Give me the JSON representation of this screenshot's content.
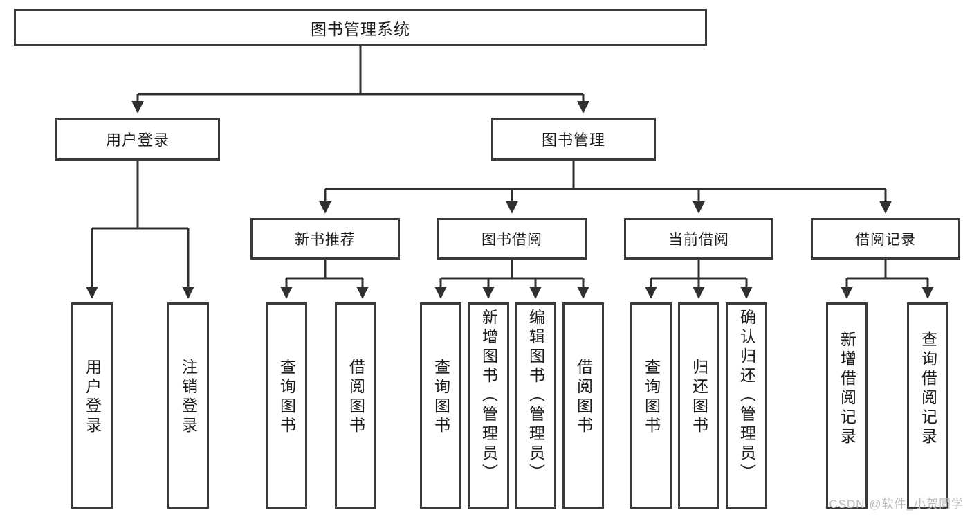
{
  "diagram": {
    "title": "图书管理系统",
    "stroke_color": "#3a3a3a",
    "text_color": "#1d1d1d",
    "background_color": "#ffffff"
  },
  "root": {
    "label": "图书管理系统"
  },
  "level2": [
    {
      "label": "用户登录"
    },
    {
      "label": "图书管理"
    }
  ],
  "level3": [
    {
      "label": "新书推荐"
    },
    {
      "label": "图书借阅"
    },
    {
      "label": "当前借阅"
    },
    {
      "label": "借阅记录"
    }
  ],
  "leaves": {
    "user_login": [
      {
        "label": "用户登录"
      },
      {
        "label": "注销登录"
      }
    ],
    "new_book_recommend": [
      {
        "label": "查询图书"
      },
      {
        "label": "借阅图书"
      }
    ],
    "book_borrow": [
      {
        "label": "查询图书"
      },
      {
        "label": "新增图书（管理员）"
      },
      {
        "label": "编辑图书（管理员）"
      },
      {
        "label": "借阅图书"
      }
    ],
    "current_borrow": [
      {
        "label": "查询图书"
      },
      {
        "label": "归还图书"
      },
      {
        "label": "确认归还（管理员）"
      }
    ],
    "borrow_record": [
      {
        "label": "新增借阅记录"
      },
      {
        "label": "查询借阅记录"
      }
    ]
  },
  "watermark": {
    "text": "CSDN @软件_小贺同学"
  }
}
